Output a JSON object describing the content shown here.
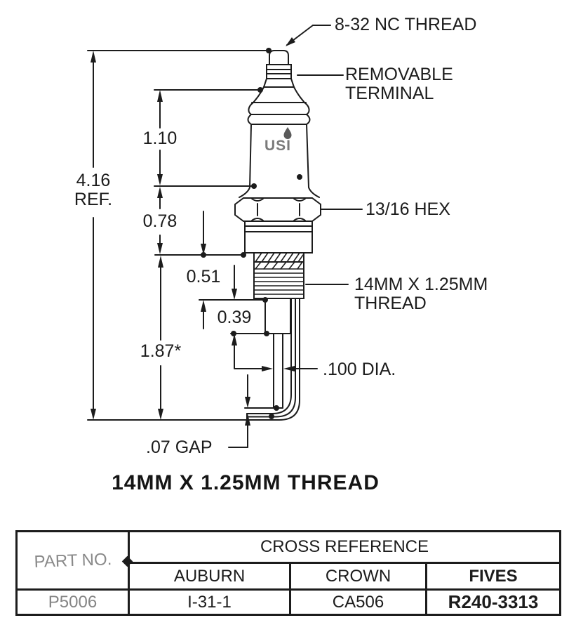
{
  "drawing": {
    "callouts": {
      "top_thread": "8-32 NC THREAD",
      "removable_line1": "REMOVABLE",
      "removable_line2": "TERMINAL",
      "hex": "13/16 HEX",
      "thread_line1": "14MM X 1.25MM",
      "thread_line2": "THREAD",
      "electrode_dia": ".100 DIA.",
      "gap": ".07 GAP"
    },
    "dimensions": {
      "overall_value": "4.16",
      "overall_suffix": "REF.",
      "terminal_to_hex": "1.10",
      "hex_to_seat": "0.78",
      "thread_length": "0.51",
      "tip_length": "0.39",
      "reach": "1.87*"
    },
    "logo_text": "USI"
  },
  "title": "14MM X 1.25MM THREAD",
  "table": {
    "part_no_header": "PART NO.",
    "cross_reference_header": "CROSS REFERENCE",
    "columns": [
      "AUBURN",
      "CROWN",
      "FIVES"
    ],
    "row": {
      "part_no": "P5006",
      "auburn": "I-31-1",
      "crown": "CA506",
      "fives": "R240-3313"
    }
  },
  "colors": {
    "line": "#1c1c1c",
    "gray_text": "#8a8a8a",
    "logo_gray": "#7a7a7a",
    "background": "#ffffff"
  }
}
